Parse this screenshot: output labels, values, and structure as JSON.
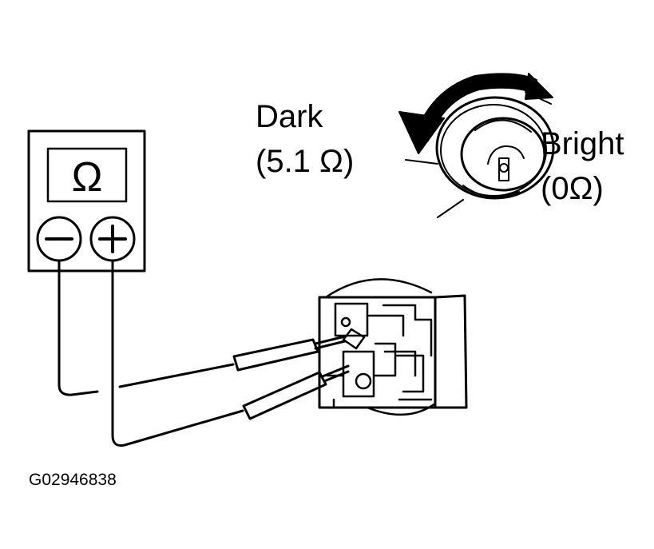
{
  "meter": {
    "display_symbol": "Ω",
    "neg_symbol": "−",
    "pos_symbol": "+"
  },
  "labels": {
    "dark": "Dark",
    "dark_value": "(5.1 Ω)",
    "bright": "Bright",
    "bright_value": "(0Ω)"
  },
  "figure_code": "G02946838"
}
